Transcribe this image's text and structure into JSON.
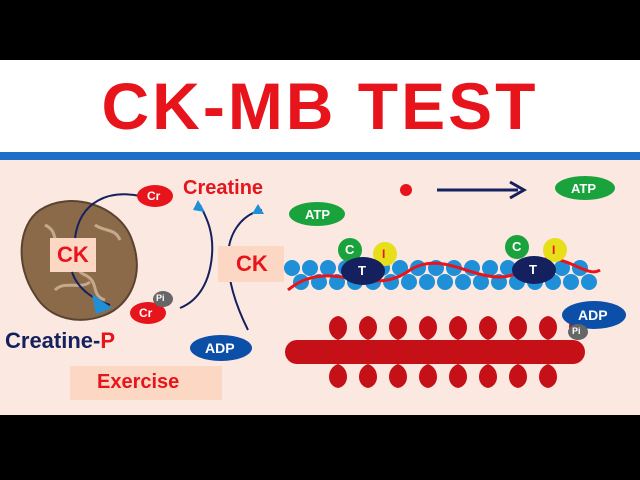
{
  "title": "CK-MB TEST",
  "diagram": {
    "creatine_label": "Creatine",
    "creatine_p_prefix": "Creatine-",
    "creatine_p_suffix": "P",
    "ck_mito_label": "CK",
    "ck_center_label": "CK",
    "exercise_label": "Exercise",
    "cr_top": "Cr",
    "cr_bottom": "Cr",
    "pi_label": "Pi",
    "atp_left": "ATP",
    "adp_left": "ADP",
    "atp_right": "ATP",
    "adp_right": "ADP",
    "pi_right": "Pi",
    "troponin": {
      "c": "C",
      "i": "I",
      "t": "T"
    }
  },
  "colors": {
    "title_red": "#e8141c",
    "divider_blue": "#1f6fc9",
    "panel_bg": "#fbe9e1",
    "green": "#1aa33c",
    "blue_dark": "#0c4fa8",
    "myosin_red": "#c41016",
    "actin_blue": "#1f8fd8",
    "navy": "#14215e"
  }
}
